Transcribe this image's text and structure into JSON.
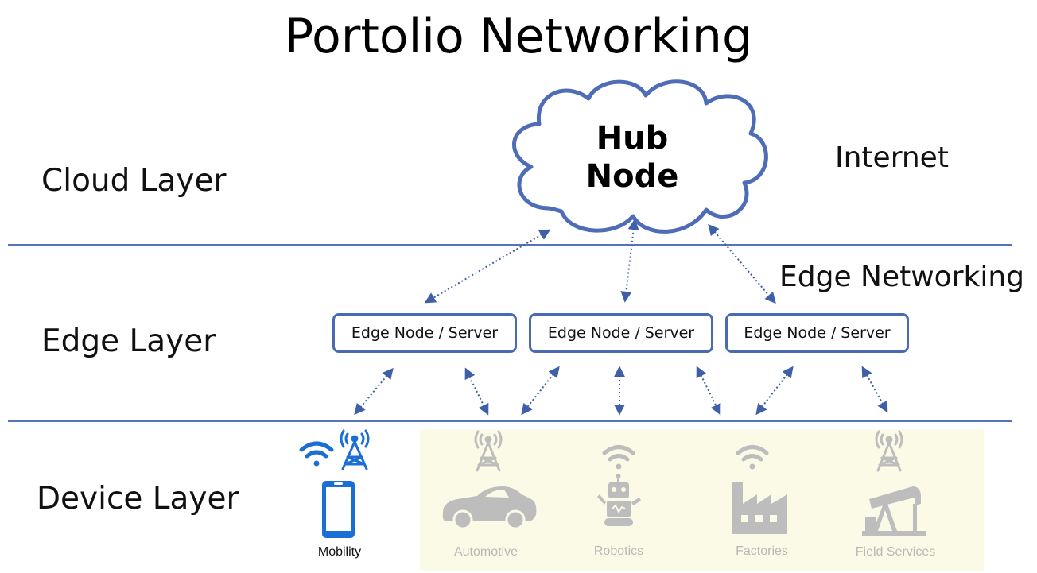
{
  "title": "Portolio Networking",
  "layers": {
    "cloud": "Cloud Layer",
    "edge": "Edge Layer",
    "device": "Device Layer"
  },
  "labels": {
    "internet": "Internet",
    "edge_networking": "Edge Networking"
  },
  "hub": {
    "line1": "Hub",
    "line2": "Node"
  },
  "edge_nodes": [
    "Edge Node / Server",
    "Edge Node / Server",
    "Edge Node / Server"
  ],
  "devices": [
    {
      "label": "Mobility",
      "icon": "smartphone-icon",
      "signals": [
        "wifi-icon",
        "cell-tower-icon"
      ],
      "active": true
    },
    {
      "label": "Automotive",
      "icon": "car-icon",
      "signals": [
        "cell-tower-icon"
      ],
      "active": false
    },
    {
      "label": "Robotics",
      "icon": "robot-icon",
      "signals": [
        "wifi-icon"
      ],
      "active": false
    },
    {
      "label": "Factories",
      "icon": "factory-icon",
      "signals": [
        "wifi-icon"
      ],
      "active": false
    },
    {
      "label": "Field Services",
      "icon": "oil-pump-icon",
      "signals": [
        "cell-tower-icon"
      ],
      "active": false
    }
  ],
  "colors": {
    "line": "#5573b8",
    "node_border": "#4a6ab3",
    "arrow": "#3f5fa8",
    "mobility_icon": "#1a6fd6",
    "faded_icon": "#bdbdbd",
    "industry_background": "#fafae6"
  }
}
